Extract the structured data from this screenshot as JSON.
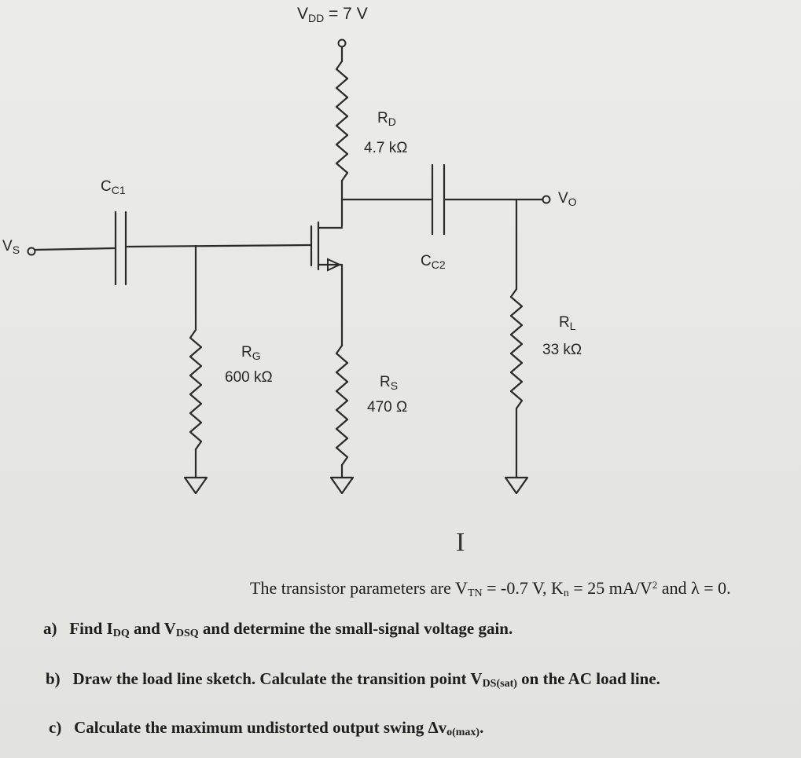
{
  "circuit": {
    "vdd_symbol": "V",
    "vdd_sub": "DD",
    "vdd_value": " = 7 V",
    "rd_symbol": "R",
    "rd_sub": "D",
    "rd_value": "4.7 kΩ",
    "cc1_symbol": "C",
    "cc1_sub": "C1",
    "cc2_symbol": "C",
    "cc2_sub": "C2",
    "vo_symbol": "V",
    "vo_sub": "O",
    "vs_symbol": "V",
    "vs_sub": "S",
    "rg_symbol": "R",
    "rg_sub": "G",
    "rg_value": "600 kΩ",
    "rs_symbol": "R",
    "rs_sub": "S",
    "rs_value": "470 Ω",
    "rl_symbol": "R",
    "rl_sub": "L",
    "rl_value": "33 kΩ"
  },
  "question": {
    "intro_a": "The transistor parameters are V",
    "intro_sub1": "TN",
    "intro_b": " = -0.7 V, K",
    "intro_sub2": "n",
    "intro_c": " = 25 mA/V",
    "intro_sup": "2",
    "intro_d": " and λ = 0.",
    "a_marker": "a)",
    "a_text1": "Find I",
    "a_sub1": "DQ",
    "a_text2": " and V",
    "a_sub2": "DSQ",
    "a_text3": " and determine the small-signal voltage gain.",
    "b_marker": "b)",
    "b_text1": "Draw the load line sketch. Calculate the transition point V",
    "b_sub": "DS(sat)",
    "b_text2": " on the AC load line.",
    "c_marker": "c)",
    "c_text1": "Calculate the maximum undistorted output swing Δv",
    "c_sub": "o(max)",
    "c_text2": "."
  }
}
